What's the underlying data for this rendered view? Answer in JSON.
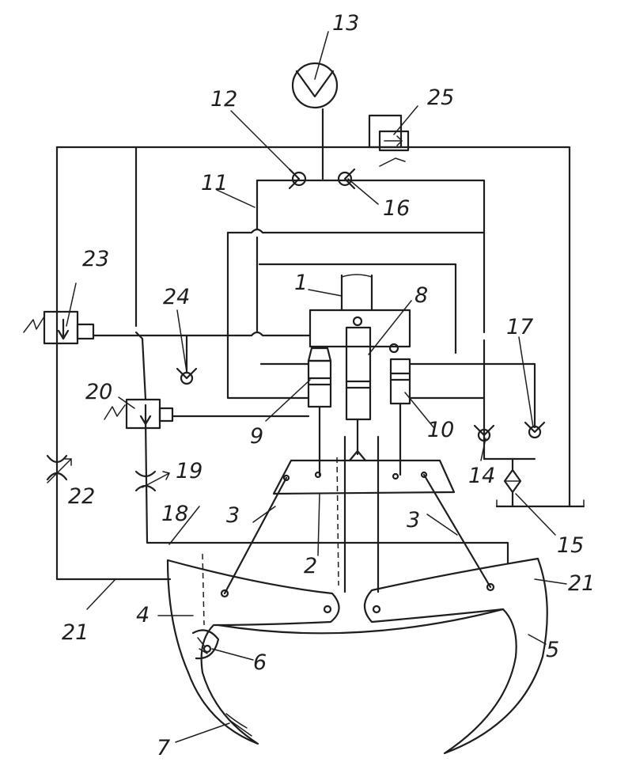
{
  "labels": {
    "n1": "1",
    "n2": "2",
    "n3a": "3",
    "n3b": "3",
    "n4": "4",
    "n5": "5",
    "n6": "6",
    "n7": "7",
    "n8": "8",
    "n9": "9",
    "n10": "10",
    "n11": "11",
    "n12": "12",
    "n13": "13",
    "n14": "14",
    "n15": "15",
    "n16": "16",
    "n17": "17",
    "n18": "18",
    "n19": "19",
    "n20": "20",
    "n21a": "21",
    "n21b": "21",
    "n22": "22",
    "n23": "23",
    "n24": "24",
    "n25": "25"
  },
  "colors": {
    "ink": "#1e1e1e",
    "paper": "#ffffff"
  }
}
